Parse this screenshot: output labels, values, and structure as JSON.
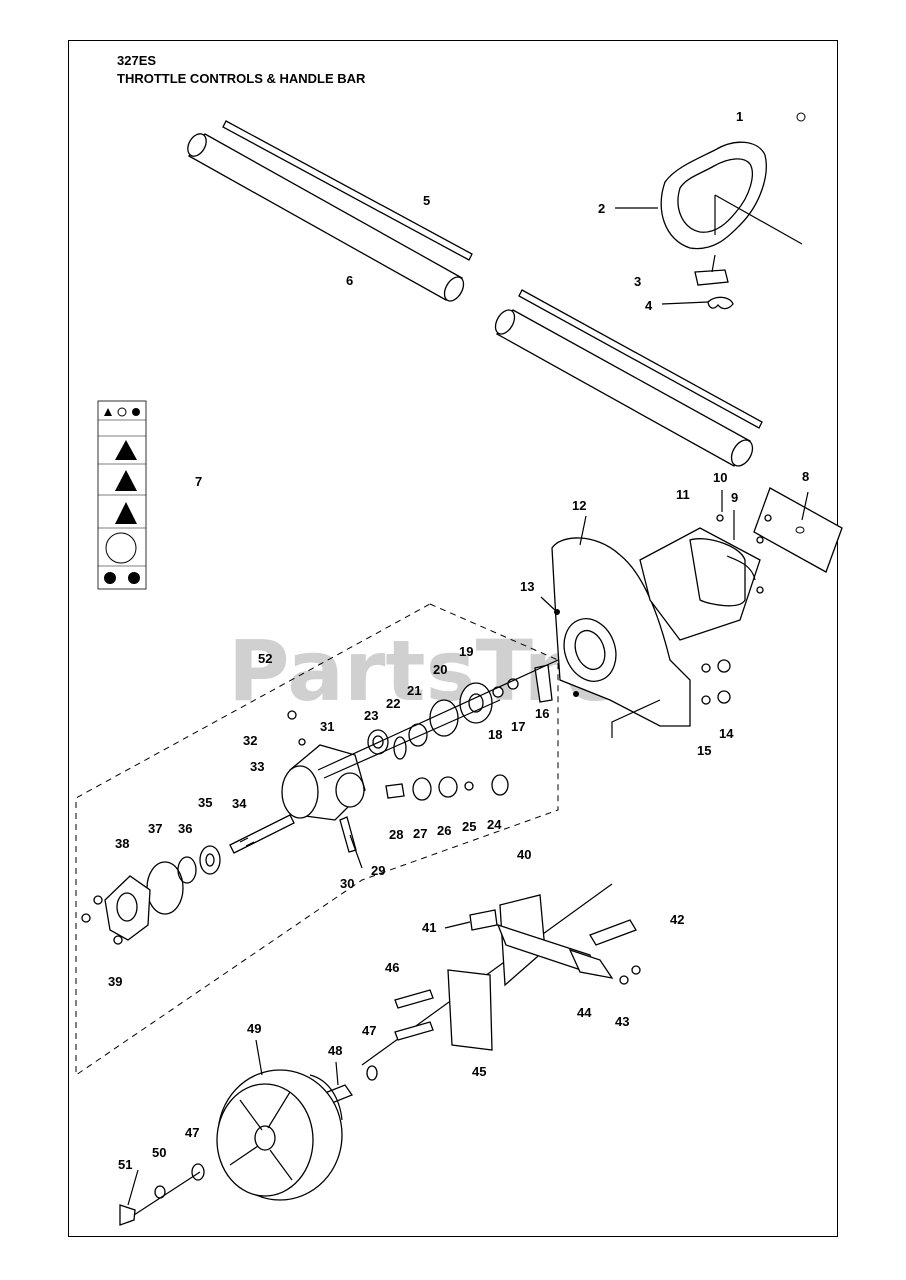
{
  "header": {
    "model": "327ES",
    "title": "THROTTLE CONTROLS & HANDLE BAR"
  },
  "watermark": "PartsTree",
  "colors": {
    "line": "#000000",
    "watermark": "#c8c8c8",
    "background": "#ffffff"
  },
  "callouts": {
    "c1": "1",
    "c2": "2",
    "c3": "3",
    "c4": "4",
    "c5": "5",
    "c6": "6",
    "c7": "7",
    "c8": "8",
    "c9": "9",
    "c10": "10",
    "c11": "11",
    "c12": "12",
    "c13": "13",
    "c14": "14",
    "c15": "15",
    "c16": "16",
    "c17": "17",
    "c18": "18",
    "c19": "19",
    "c20": "20",
    "c21": "21",
    "c22": "22",
    "c23": "23",
    "c24": "24",
    "c25": "25",
    "c26": "26",
    "c27": "27",
    "c28": "28",
    "c29": "29",
    "c30": "30",
    "c31": "31",
    "c32": "32",
    "c33": "33",
    "c34": "34",
    "c35": "35",
    "c36": "36",
    "c37": "37",
    "c38": "38",
    "c39": "39",
    "c40": "40",
    "c41": "41",
    "c42": "42",
    "c43": "43",
    "c44": "44",
    "c45": "45",
    "c46": "46",
    "c47a": "47",
    "c47b": "47",
    "c48": "48",
    "c49": "49",
    "c50": "50",
    "c51": "51",
    "c52": "52"
  }
}
